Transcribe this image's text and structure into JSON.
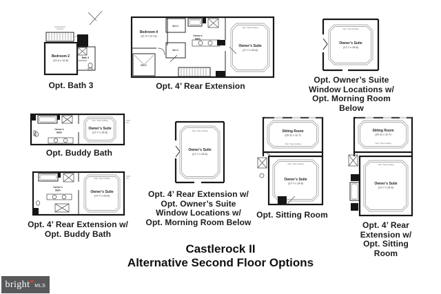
{
  "title": {
    "line1": "Castlerock II",
    "line2": "Alternative Second Floor Options"
  },
  "logo": {
    "brand": "bright",
    "mark": "✱",
    "suffix": "MLS"
  },
  "colors": {
    "ink": "#161616",
    "logo_bg": "#58595b",
    "logo_mark": "#d9472b"
  },
  "captions": {
    "bath3": "Opt. Bath 3",
    "rear_ext": "Opt. 4’ Rear Extension",
    "window_loc": "Opt. Owner’s Suite\nWindow Locations w/\nOpt. Morning Room Below",
    "buddy": "Opt. Buddy Bath",
    "rear_buddy": "Opt. 4’ Rear Extension w/\nOpt. Buddy Bath",
    "rear_window": "Opt. 4’ Rear Extension w/\nOpt. Owner’s Suite\nWindow Locations w/\nOpt. Morning Room Below",
    "sitting": "Opt. Sitting Room",
    "rear_sitting": "Opt. 4’ Rear Extension w/\nOpt. Sitting Room"
  },
  "labels": {
    "bedroom2": "Bedroom 2",
    "bedroom2_dim": "(10-4 x 12-8)",
    "bedroom4": "Bedroom 4",
    "bedroom4_dim": "(11-3 x 12-11)",
    "bath3": "Bath 3",
    "wic": "W.I.C.",
    "owners": "Owner’s",
    "bath": "Bath",
    "owners_suite": "Owner’s Suite",
    "suite_dim_std": "(17-7 x 19-8)",
    "suite_dim_ext": "(17-7 x 23-6)",
    "sitting_room": "Sitting Room",
    "sitting_dim": "(20-11 x 11-7)",
    "tray": "Opt. Tray Ceiling"
  }
}
